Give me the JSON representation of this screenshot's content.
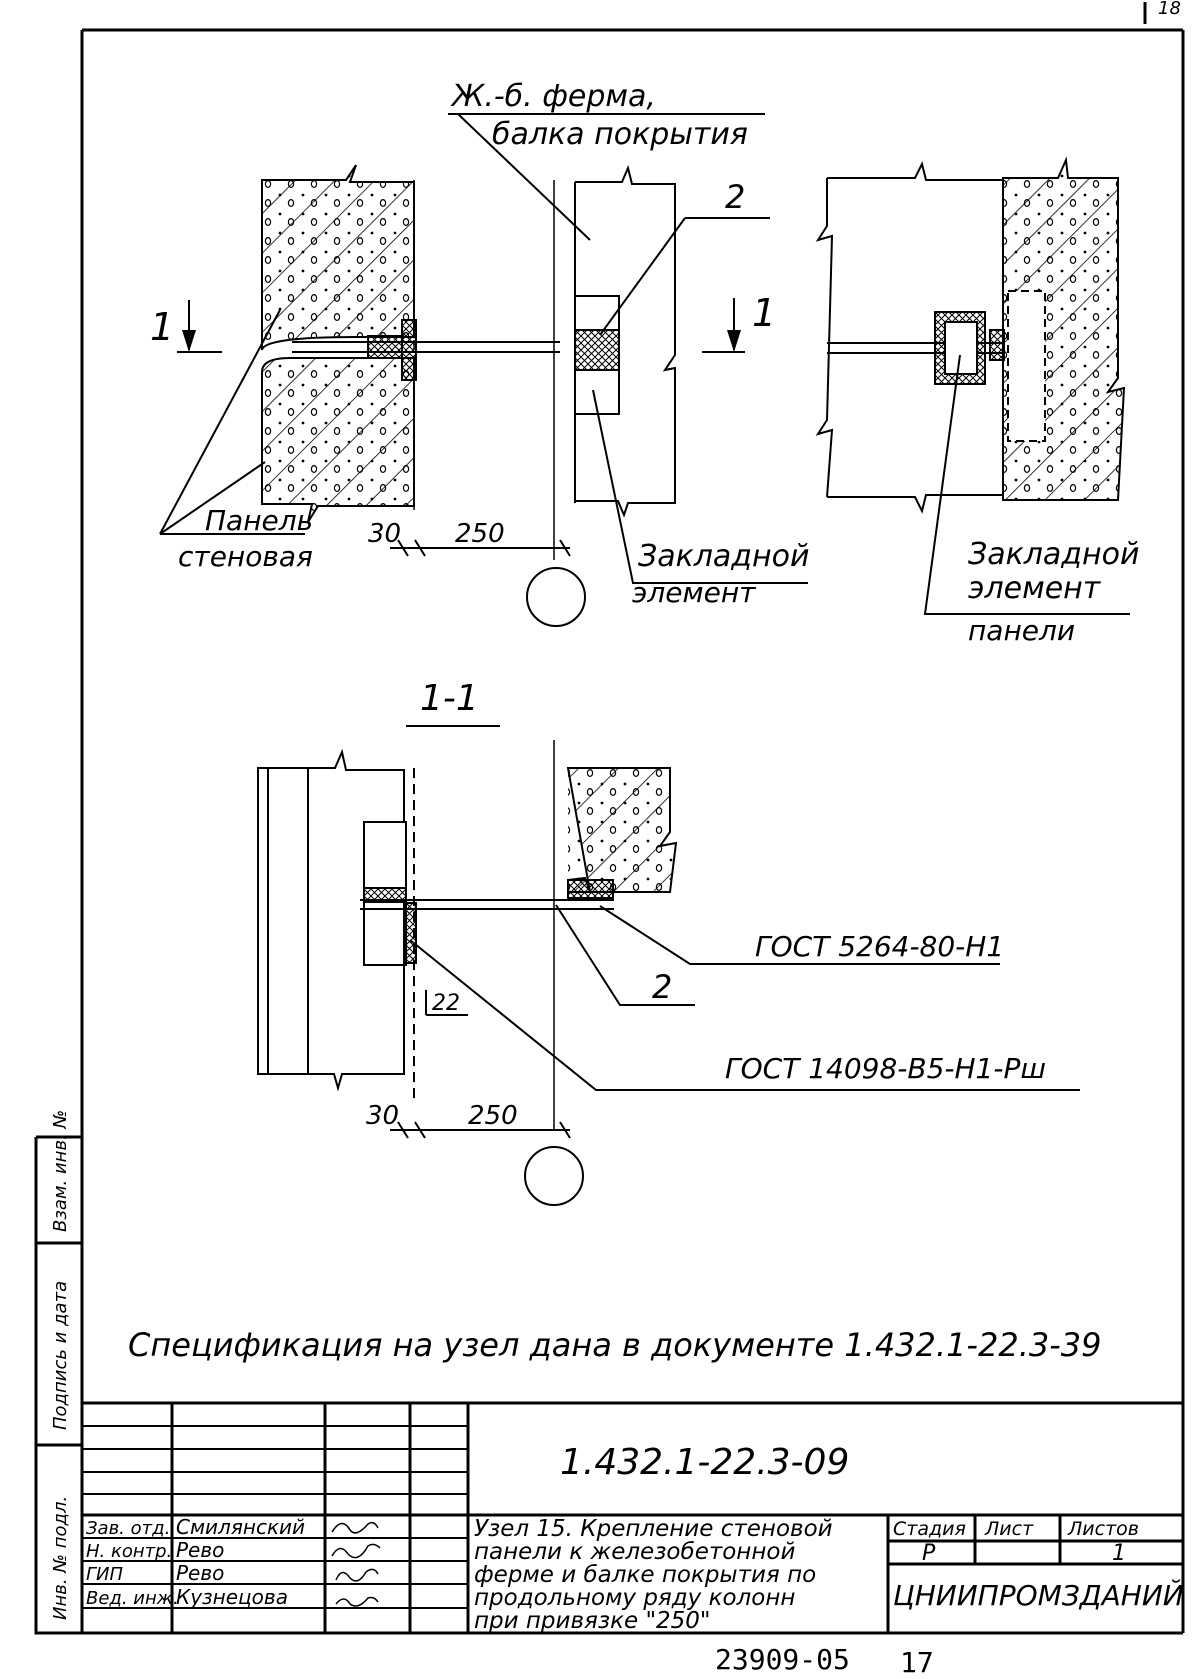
{
  "sheet": {
    "corner_number": "18"
  },
  "labels": {
    "truss_line1": "Ж.-б. ферма,",
    "truss_line2": "балка покрытия",
    "callout_2": "2",
    "section_mark": "1",
    "panel_line1": "Панель",
    "panel_line2": "стеновая",
    "embed_line1": "Закладной",
    "embed_line2": "элемент",
    "embed_panel_line1": "Закладной",
    "embed_panel_line2": "элемент",
    "embed_panel_line3": "панели",
    "dim_30": "30",
    "dim_250": "250",
    "section_title": "1-1",
    "gost_weld_1": "ГОСТ 5264-80-Н1",
    "gost_weld_2": "ГОСТ 14098-В5-Н1-Рш",
    "dim_22": "22",
    "specification": "Спецификация на узел дана в документе 1.432.1-22.3-39"
  },
  "side_stamp": {
    "vzam": "Взам. инв. №",
    "podpis": "Подпись и дата",
    "inv": "Инв. № подл."
  },
  "title_block": {
    "doc_code": "1.432.1-22.3-09",
    "staff": [
      {
        "role": "Зав. отд.",
        "name": "Смилянский"
      },
      {
        "role": "Н. контр.",
        "name": "Рево"
      },
      {
        "role": "ГИП",
        "name": "Рево"
      },
      {
        "role": "Вед. инж.",
        "name": "Кузнецова"
      }
    ],
    "title_lines": [
      "Узел 15. Крепление стеновой",
      "панели к железобетонной",
      "ферме и балке покрытия по",
      "продольному ряду колонн",
      "при привязке \"250\""
    ],
    "stage_header": "Стадия",
    "sheet_header": "Лист",
    "sheets_header": "Листов",
    "stage_value": "Р",
    "sheets_value": "1",
    "organization": "ЦНИИПРОМЗДАНИЙ",
    "footer_code": "23909-05",
    "footer_page": "17"
  }
}
